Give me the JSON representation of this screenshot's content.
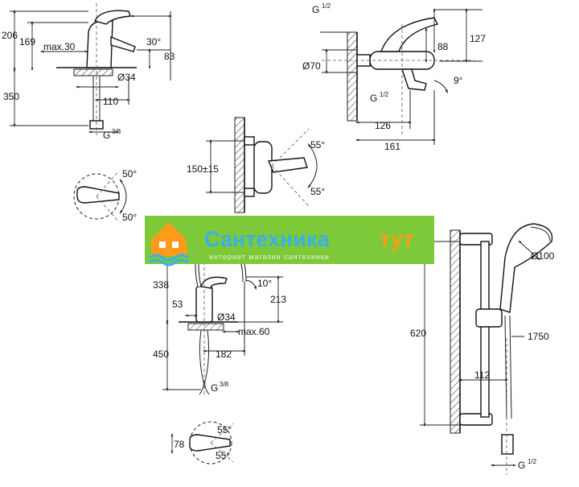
{
  "diagram": {
    "basin_mixer": {
      "d_206": "206",
      "d_169": "169",
      "d_max30": "max.30",
      "d_30deg": "30°",
      "d_83": "83",
      "d_350": "350",
      "d_dia34": "Ø34",
      "d_110": "110",
      "d_thread": "G",
      "d_thread_frac": "3/8",
      "d_50deg_top": "50°",
      "d_50deg_bot": "50°"
    },
    "bath_mixer": {
      "d_g12_top": "G",
      "d_g12_top_frac": "1/2",
      "d_127": "127",
      "d_88": "88",
      "d_dia70": "Ø70",
      "d_9deg": "9°",
      "d_g12_bot": "G",
      "d_g12_bot_frac": "1/2",
      "d_126": "126",
      "d_161": "161"
    },
    "shower_mixer": {
      "d_150": "150±15",
      "d_55deg_top": "55°",
      "d_55deg_bot": "55°"
    },
    "sink_mixer": {
      "d_338": "338",
      "d_10deg": "10°",
      "d_53": "53",
      "d_213": "213",
      "d_dia34": "Ø34",
      "d_max60": "max.60",
      "d_450": "450",
      "d_182": "182",
      "d_thread": "G",
      "d_thread_frac": "3/8",
      "d_55deg_top": "55°",
      "d_78": "78",
      "d_55deg_bot": "55°"
    },
    "shower_set": {
      "d_dia100": "Ø100",
      "d_620": "620",
      "d_1750": "1750",
      "d_112": "112",
      "d_g12": "G",
      "d_g12_frac": "1/2"
    }
  },
  "banner": {
    "title": "Сантехника",
    "accent": "тут",
    "subtitle": "интернет магазин сантехники",
    "colors": {
      "background": "#7dc93a",
      "title": "#3ab0e6",
      "accent": "#ff9a1a"
    },
    "icon": "house-icon"
  }
}
